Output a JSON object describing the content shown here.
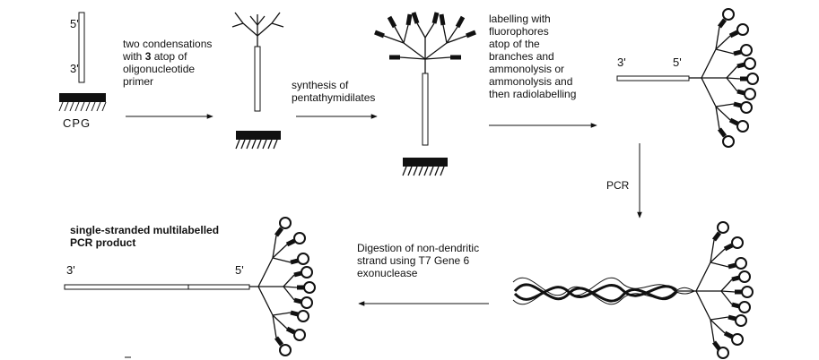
{
  "labels": {
    "five_prime": "5'",
    "three_prime": "3'",
    "cpg": "CPG",
    "step1_line1": "two condensations",
    "step1_line2_prefix": "with ",
    "step1_line2_num": "3",
    "step1_line2_suffix": " atop of",
    "step1_line3": "oligonucleotide",
    "step1_line4": "primer",
    "step2_line1": "synthesis of",
    "step2_line2": "pentathymidilates",
    "step3_line1": "labelling with",
    "step3_line2": "fluorophores",
    "step3_line3": "atop of the",
    "step3_line4": "branches and",
    "step3_line5": "ammonolysis or",
    "step3_line6": "ammonolysis and",
    "step3_line7": "then radiolabelling",
    "pcr": "PCR",
    "digest_line1": "Digestion of non-dendritic",
    "digest_line2": "strand using T7 Gene 6",
    "digest_line3": "exonuclease",
    "product_line1": "single-stranded multilabelled",
    "product_line2": "PCR product"
  }
}
